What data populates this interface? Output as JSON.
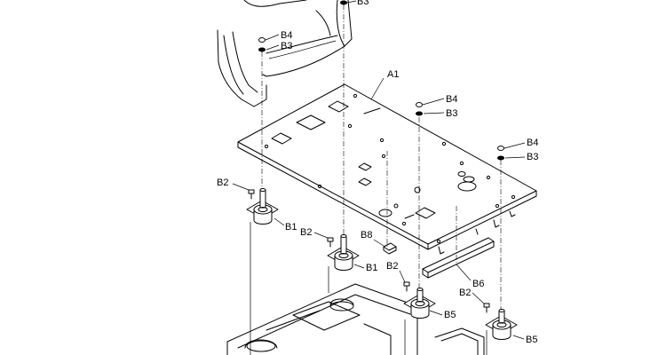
{
  "labels": {
    "b3_top": "B3",
    "b4_left": "B4",
    "b3_left": "B3",
    "a1": "A1",
    "b4_mid": "B4",
    "b3_mid": "B3",
    "b4_right": "B4",
    "b3_right": "B3",
    "b2_left": "B2",
    "b1_left": "B1",
    "b2_center": "B2",
    "b8": "B8",
    "b1_center": "B1",
    "b2_mid": "B2",
    "b6": "B6",
    "b5_mid": "B5",
    "b2_right": "B2",
    "b5_right": "B5"
  }
}
